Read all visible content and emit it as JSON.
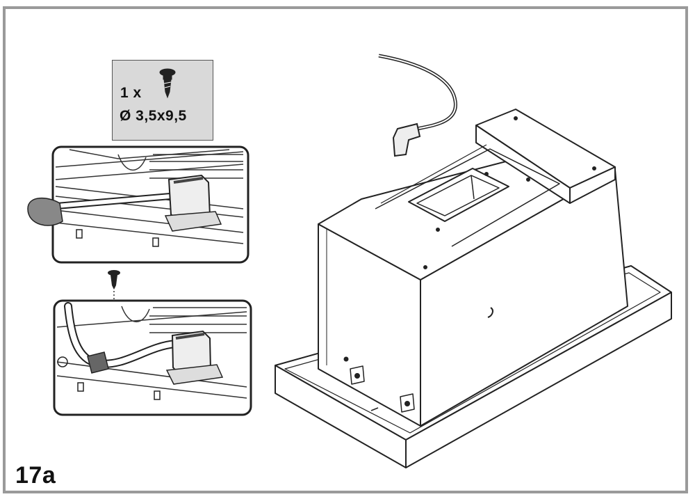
{
  "spec": {
    "quantity": "1 x",
    "dimension": "Ø 3,5x9,5",
    "icon": "screw-icon"
  },
  "step": {
    "label": "17a"
  },
  "colors": {
    "frame": "#9a9a9a",
    "spec_box": "#d9d9d9",
    "line": "#222222",
    "panel_fill": "#ffffff"
  }
}
